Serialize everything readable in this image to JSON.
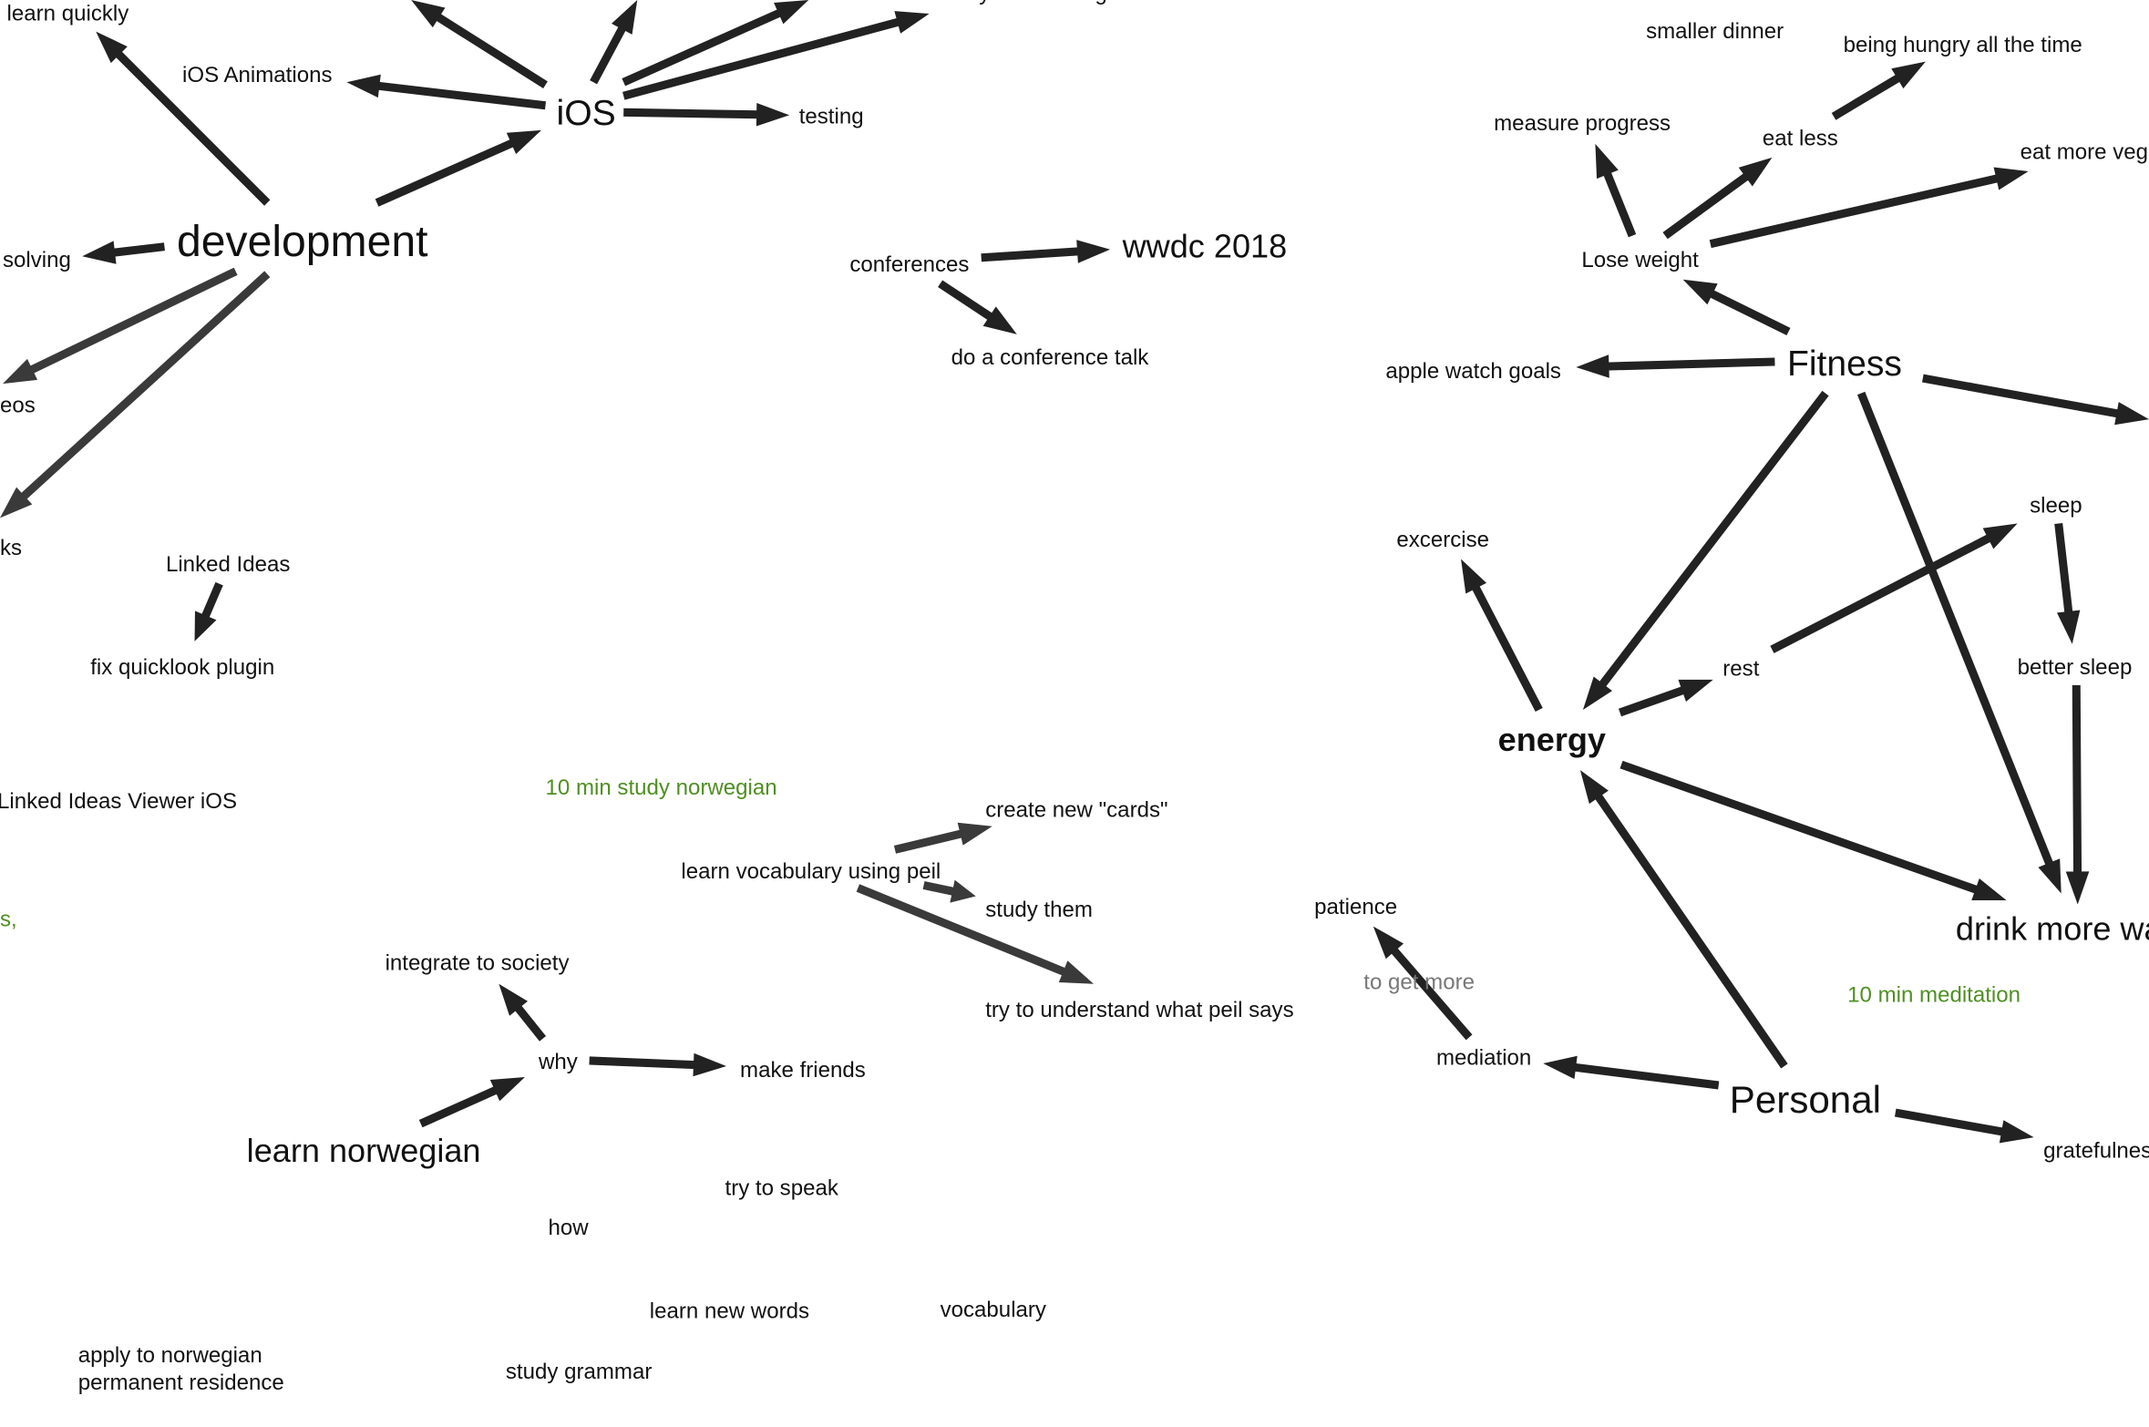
{
  "colors": {
    "text": "#111111",
    "green": "#4f8f22",
    "gray": "#777777",
    "edge_dark": "#222222",
    "edge_mid": "#3a3a3a"
  },
  "nodes": {
    "learn_quickly": "learn quickly",
    "ios_animations": "iOS Animations",
    "ios": "iOS",
    "different_ways": "different ways of building UI",
    "testing": "testing",
    "development": "development",
    "solving": "solving",
    "eos": "eos",
    "ks": "ks",
    "linked_ideas": "Linked Ideas",
    "fix_quicklook": "fix quicklook plugin",
    "linked_ideas_viewer": "Linked Ideas Viewer iOS",
    "green_fragment": "s,",
    "study_norwegian": "10 min study norwegian",
    "conferences": "conferences",
    "wwdc": "wwdc 2018",
    "conference_talk": "do a conference talk",
    "create_cards": "create new \"cards\"",
    "learn_vocab": "learn vocabulary using peil",
    "study_them": "study them",
    "understand_peil": "try to understand what peil says",
    "integrate": "integrate to society",
    "why": "why",
    "make_friends": "make friends",
    "learn_norwegian": "learn norwegian",
    "try_speak": "try to speak",
    "how": "how",
    "learn_words": "learn new words",
    "vocabulary": "vocabulary",
    "permanent_residence_1": "apply to norwegian",
    "permanent_residence_2": "permanent residence",
    "study_grammar": "study grammar",
    "smaller_dinner": "smaller dinner",
    "hungry": "being hungry all the time",
    "measure_progress": "measure progress",
    "eat_less": "eat less",
    "eat_more_veg": "eat more veg",
    "lose_weight": "Lose weight",
    "apple_watch": "apple watch goals",
    "fitness": "Fitness",
    "sleep": "sleep",
    "excercise": "excercise",
    "rest": "rest",
    "better_sleep": "better sleep",
    "energy": "energy",
    "drink_water": "drink more wa",
    "patience": "patience",
    "to_get_more": "to get more",
    "meditation_green": "10 min meditation",
    "mediation": "mediation",
    "personal": "Personal",
    "gratefulness": "gratefulnes"
  }
}
